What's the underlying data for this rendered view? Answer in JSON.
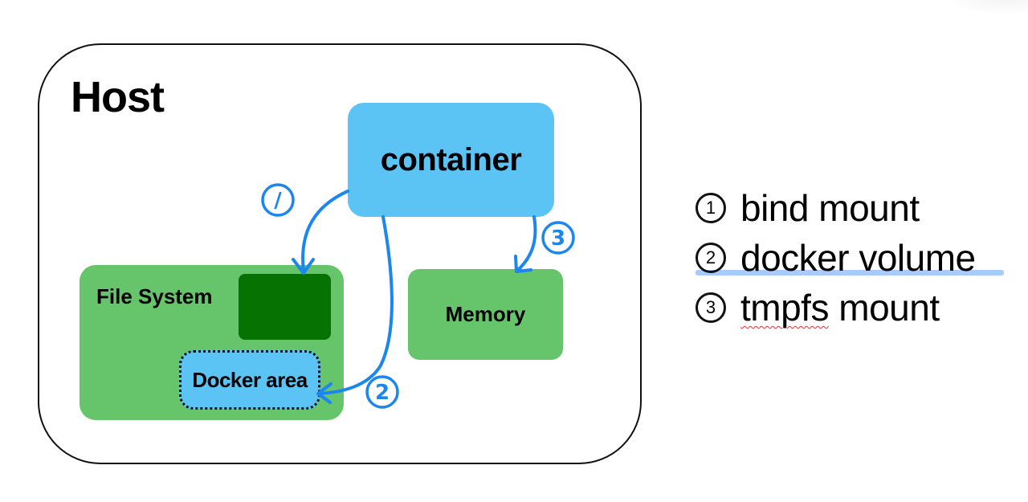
{
  "host": {
    "title": "Host"
  },
  "container": {
    "label": "container"
  },
  "file_system": {
    "label": "File System",
    "docker_area_label": "Docker area"
  },
  "memory": {
    "label": "Memory"
  },
  "annotations": {
    "arrow1": "/",
    "arrow2": "2",
    "arrow3": "3"
  },
  "legend": {
    "items": [
      {
        "number": "1",
        "text": "bind mount"
      },
      {
        "number": "2",
        "text": "docker volume"
      },
      {
        "number": "3",
        "text_part1": "tmpfs",
        "text_part2": " mount"
      }
    ]
  },
  "colors": {
    "container_blue": "#5bc4f5",
    "fs_green": "#66c46a",
    "dark_green": "#057202",
    "arrow_blue": "#1b86f0",
    "highlight_blue": "#a7cbff"
  }
}
